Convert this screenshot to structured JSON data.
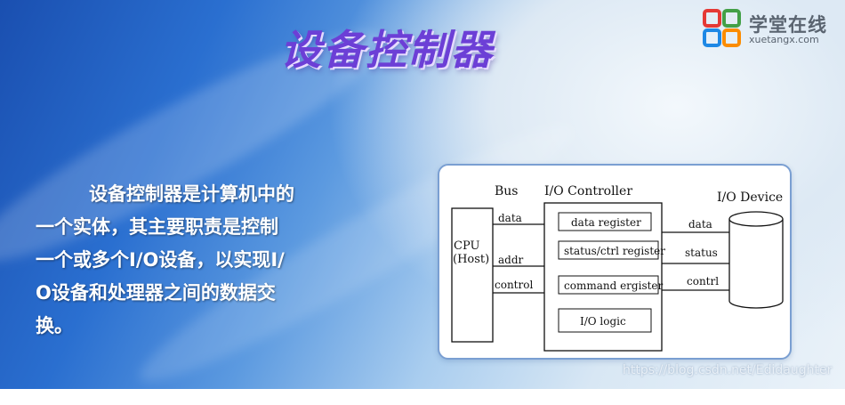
{
  "slide": {
    "title": "设备控制器",
    "body": [
      "设备控制器是计算机中的",
      "一个实体，其主要职责是控制",
      "一个或多个I/O设备，以实现I/",
      "O设备和处理器之间的数据交",
      "换。"
    ]
  },
  "logo": {
    "cn": "学堂在线",
    "en": "xuetangx.com",
    "colors": [
      "#e53935",
      "#43a047",
      "#1e88e5",
      "#fb8c00"
    ]
  },
  "diagram": {
    "cpu_line1": "CPU",
    "cpu_line2": "(Host)",
    "bus_label": "Bus",
    "controller_label": "I/O Controller",
    "device_label": "I/O Device",
    "bus_lines": [
      "data",
      "addr",
      "control"
    ],
    "registers": [
      "data register",
      "status/ctrl register",
      "command ergister",
      "I/O logic"
    ],
    "device_lines": [
      "data",
      "status",
      "contrl"
    ]
  },
  "watermark": "https://blog.csdn.net/Edidaughter"
}
